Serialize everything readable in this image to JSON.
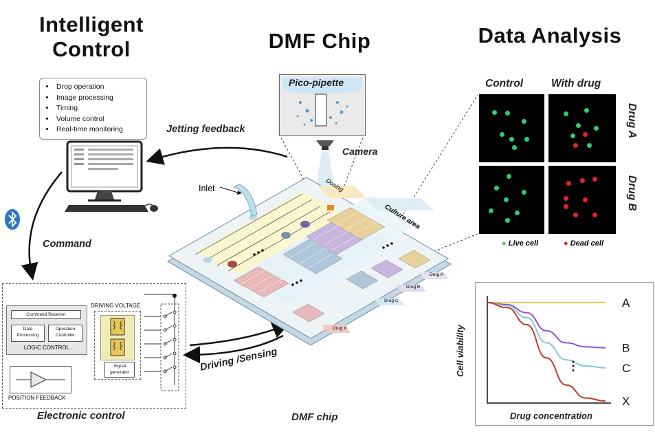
{
  "titles": {
    "intelligent_control": "Intelligent Control",
    "dmf_chip": "DMF Chip",
    "data_analysis": "Data Analysis"
  },
  "control_tasks": [
    "Drop operation",
    "Image processing",
    "Timing",
    "Volume control",
    "Real-time monitoring"
  ],
  "labels": {
    "jetting_feedback": "Jetting feedback",
    "command": "Command",
    "camera": "Camera",
    "inlet": "Inlet",
    "pico_pipette": "Pico-pipette",
    "driving_sensing": "Driving /Sensing",
    "electronic_control": "Electronic control",
    "dmf_chip_caption": "DMF chip"
  },
  "electronics": {
    "command_receiver": "Command Receiver",
    "data_processing": "Data Processing",
    "operation_controller": "Operation Controller",
    "logic_control": "LOGIC CONTROL",
    "driving_voltage": "DRIVING VOLTAGE",
    "signal_generator": "Signal generator",
    "position_feedback": "POSITION FEEDBACK"
  },
  "chip_zones": {
    "dosing": "Dosing",
    "culture_area": "Culture area",
    "drug_a": "Drug A",
    "drug_b": "Drug B",
    "drug_c": "Drug C",
    "drug_x": "Drug X"
  },
  "microscopy": {
    "col_control": "Control",
    "col_with_drug": "With drug",
    "row_drug_a": "Drug A",
    "row_drug_b": "Drug B",
    "legend_live": "Live cell",
    "legend_dead": "Dead cell",
    "live_color": "#2ecc71",
    "dead_color": "#e8202a"
  },
  "chart_data": {
    "type": "line",
    "xlabel": "Drug concentration",
    "ylabel": "Cell viability",
    "series": [
      {
        "name": "A",
        "color": "#f0c85a",
        "values": [
          1.0,
          1.0,
          1.0,
          1.0,
          1.0,
          1.0,
          1.0
        ]
      },
      {
        "name": "B",
        "color": "#9b4fd0",
        "values": [
          1.0,
          0.98,
          0.9,
          0.72,
          0.6,
          0.56,
          0.55
        ]
      },
      {
        "name": "C",
        "color": "#7fc8dc",
        "values": [
          1.0,
          0.97,
          0.85,
          0.6,
          0.43,
          0.37,
          0.35
        ]
      },
      {
        "name": "X",
        "color": "#c0392b",
        "values": [
          1.0,
          0.95,
          0.78,
          0.45,
          0.18,
          0.05,
          0.02
        ]
      }
    ],
    "ellipsis": "⋮"
  }
}
